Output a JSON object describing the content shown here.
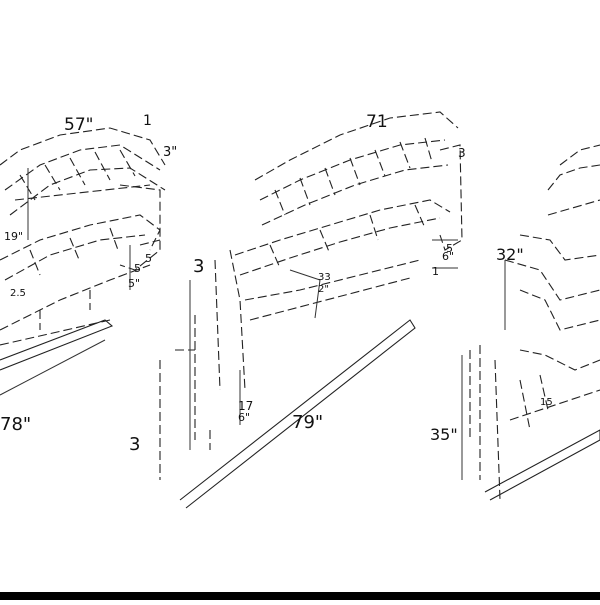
{
  "views": {
    "left": {
      "labels": {
        "top_width": "57\"",
        "top_small": "1",
        "right_edge": "3\"",
        "seat_height": "19\"",
        "arm_a": "5",
        "arm_b": "5",
        "arm_c": "5\"",
        "cushion": "2.5",
        "bottom_length": "78\""
      }
    },
    "center": {
      "labels": {
        "top_width": "71",
        "right_top": "3",
        "left_height": "3",
        "inner_a": "33",
        "inner_b": "2\"",
        "right_a": "5",
        "right_b": "6\"",
        "right_c": "1",
        "arm_height": "17",
        "arm_sub": "6\"",
        "bottom_length": "79\"",
        "foot": "3"
      }
    },
    "right": {
      "labels": {
        "depth": "32\"",
        "seat_a": "15",
        "height": "35\""
      }
    }
  }
}
